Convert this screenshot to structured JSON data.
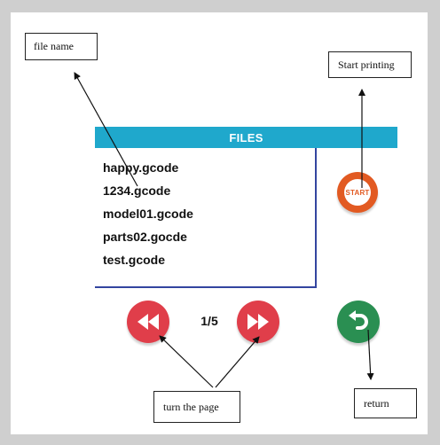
{
  "callouts": {
    "file_name": "file name",
    "start_printing": "Start printing",
    "turn_the_page": "turn the page",
    "return": "return"
  },
  "files_panel": {
    "header": "FILES",
    "files": [
      "happy.gcode",
      "1234.gcode",
      "model01.gcode",
      "parts02.gocde",
      "test.gcode"
    ]
  },
  "start_button": {
    "label": "START",
    "color": "#e25a22"
  },
  "pagination": {
    "current_page": 1,
    "total_pages": 5,
    "indicator": "1/5",
    "prev_icon": "rewind-icon",
    "next_icon": "fast-forward-icon",
    "button_color": "#e03e4a"
  },
  "return_button": {
    "icon": "return-arrow-icon",
    "color": "#2a8f52"
  },
  "colors": {
    "header_bg": "#1fa8cc",
    "panel_border": "#3345a0"
  }
}
